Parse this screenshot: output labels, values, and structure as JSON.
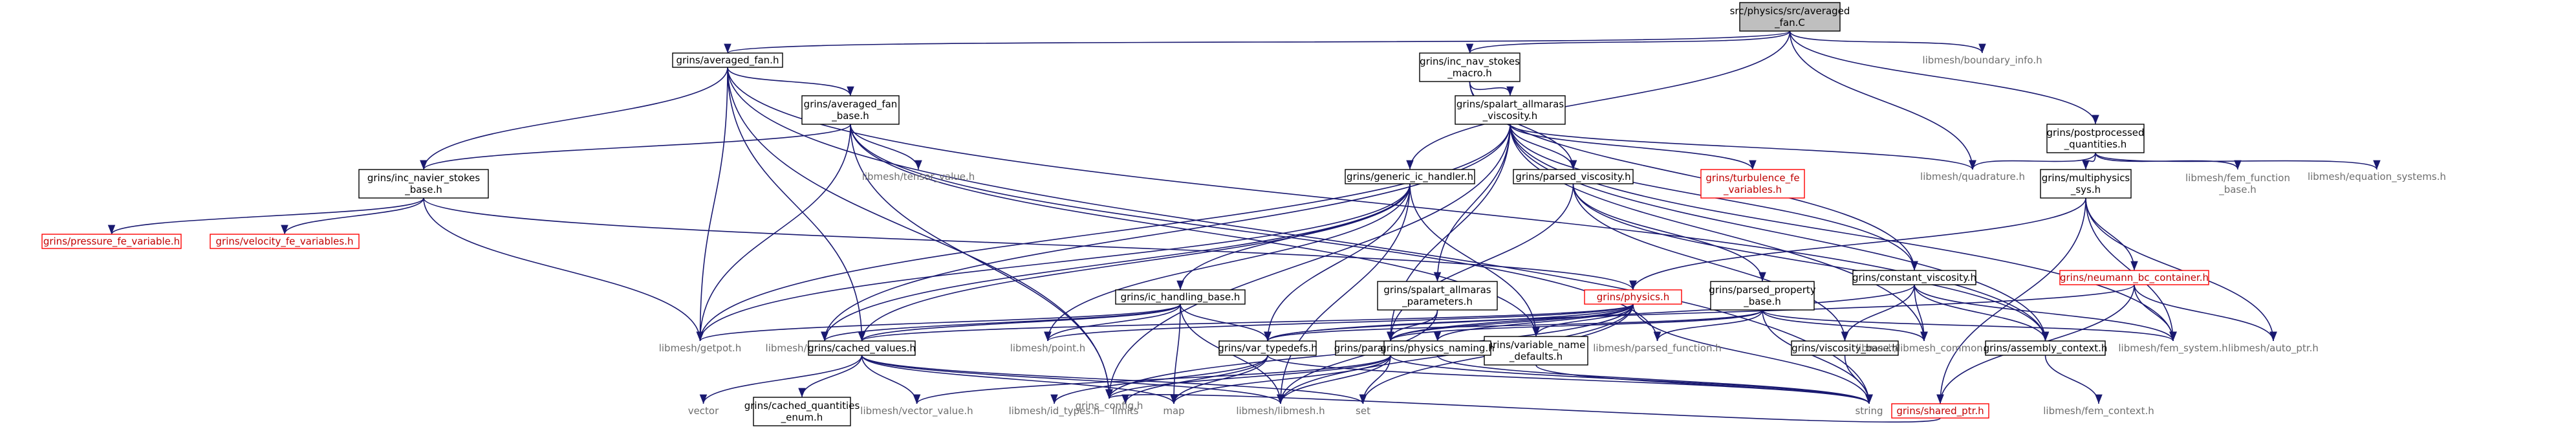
{
  "graph": {
    "style": {
      "edge_color": "#191970",
      "documented_border": "#000000",
      "documented_text": "#000000",
      "undocumented_border": "#bfbfbf",
      "undocumented_text": "#6e6e6e",
      "missing_border": "#ff0000",
      "missing_text": "#c00000",
      "root_fill": "#bfbfbf"
    },
    "nodes": [
      {
        "id": "root",
        "lines": [
          "src/physics/src/averaged",
          "_fan.C"
        ],
        "kind": "root"
      },
      {
        "id": "averaged_fan_h",
        "lines": [
          "grins/averaged_fan.h"
        ],
        "kind": "doc"
      },
      {
        "id": "inc_nav_stokes_macro",
        "lines": [
          "grins/inc_nav_stokes",
          "_macro.h"
        ],
        "kind": "doc"
      },
      {
        "id": "boundary_info",
        "lines": [
          "libmesh/boundary_info.h"
        ],
        "kind": "ext"
      },
      {
        "id": "postprocessed",
        "lines": [
          "grins/postprocessed",
          "_quantities.h"
        ],
        "kind": "doc"
      },
      {
        "id": "averaged_fan_base",
        "lines": [
          "grins/averaged_fan",
          "_base.h"
        ],
        "kind": "doc"
      },
      {
        "id": "spalart_visc",
        "lines": [
          "grins/spalart_allmaras",
          "_viscosity.h"
        ],
        "kind": "doc"
      },
      {
        "id": "inc_ns_base",
        "lines": [
          "grins/inc_navier_stokes",
          "_base.h"
        ],
        "kind": "doc"
      },
      {
        "id": "tensor_value",
        "lines": [
          "libmesh/tensor_value.h"
        ],
        "kind": "ext"
      },
      {
        "id": "generic_ic",
        "lines": [
          "grins/generic_ic_handler.h"
        ],
        "kind": "doc"
      },
      {
        "id": "parsed_viscosity",
        "lines": [
          "grins/parsed_viscosity.h"
        ],
        "kind": "doc"
      },
      {
        "id": "turbulence_fe",
        "lines": [
          "grins/turbulence_fe",
          "_variables.h"
        ],
        "kind": "missing"
      },
      {
        "id": "quadrature",
        "lines": [
          "libmesh/quadrature.h"
        ],
        "kind": "ext"
      },
      {
        "id": "fem_function_base",
        "lines": [
          "libmesh/fem_function",
          "_base.h"
        ],
        "kind": "ext"
      },
      {
        "id": "equation_systems",
        "lines": [
          "libmesh/equation_systems.h"
        ],
        "kind": "ext"
      },
      {
        "id": "multiphysics_sys",
        "lines": [
          "grins/multiphysics",
          "_sys.h"
        ],
        "kind": "doc"
      },
      {
        "id": "pressure_fe",
        "lines": [
          "grins/pressure_fe_variable.h"
        ],
        "kind": "missing"
      },
      {
        "id": "velocity_fe",
        "lines": [
          "grins/velocity_fe_variables.h"
        ],
        "kind": "missing"
      },
      {
        "id": "ic_handling_base",
        "lines": [
          "grins/ic_handling_base.h"
        ],
        "kind": "doc"
      },
      {
        "id": "spalart_params",
        "lines": [
          "grins/spalart_allmaras",
          "_parameters.h"
        ],
        "kind": "doc"
      },
      {
        "id": "physics_h",
        "lines": [
          "grins/physics.h"
        ],
        "kind": "missing"
      },
      {
        "id": "parsed_property",
        "lines": [
          "grins/parsed_property",
          "_base.h"
        ],
        "kind": "doc"
      },
      {
        "id": "constant_viscosity",
        "lines": [
          "grins/constant_viscosity.h"
        ],
        "kind": "doc"
      },
      {
        "id": "neumann_bc",
        "lines": [
          "grins/neumann_bc_container.h"
        ],
        "kind": "missing"
      },
      {
        "id": "getpot",
        "lines": [
          "libmesh/getpot.h"
        ],
        "kind": "ext"
      },
      {
        "id": "function_base",
        "lines": [
          "libmesh/function_base.h"
        ],
        "kind": "ext"
      },
      {
        "id": "cached_values",
        "lines": [
          "grins/cached_values.h"
        ],
        "kind": "doc"
      },
      {
        "id": "point",
        "lines": [
          "libmesh/point.h"
        ],
        "kind": "ext"
      },
      {
        "id": "var_typedefs",
        "lines": [
          "grins/var_typedefs.h"
        ],
        "kind": "doc"
      },
      {
        "id": "variable_name_defaults",
        "lines": [
          "grins/variable_name",
          "_defaults.h"
        ],
        "kind": "doc"
      },
      {
        "id": "parsed_function",
        "lines": [
          "libmesh/parsed_function.h"
        ],
        "kind": "ext"
      },
      {
        "id": "viscosity_base",
        "lines": [
          "grins/viscosity_base.h"
        ],
        "kind": "doc"
      },
      {
        "id": "libmesh_common",
        "lines": [
          "libmesh/libmesh_common.h"
        ],
        "kind": "ext"
      },
      {
        "id": "assembly_context",
        "lines": [
          "grins/assembly_context.h"
        ],
        "kind": "doc"
      },
      {
        "id": "fem_system",
        "lines": [
          "libmesh/fem_system.h"
        ],
        "kind": "ext"
      },
      {
        "id": "auto_ptr",
        "lines": [
          "libmesh/auto_ptr.h"
        ],
        "kind": "ext"
      },
      {
        "id": "parameter_user",
        "lines": [
          "grins/parameter_user.h"
        ],
        "kind": "doc"
      },
      {
        "id": "physics_naming",
        "lines": [
          "grins/physics_naming.h"
        ],
        "kind": "doc"
      },
      {
        "id": "vector",
        "lines": [
          "vector"
        ],
        "kind": "ext"
      },
      {
        "id": "cached_quantities_enum",
        "lines": [
          "grins/cached_quantities",
          "_enum.h"
        ],
        "kind": "doc"
      },
      {
        "id": "vector_value",
        "lines": [
          "libmesh/vector_value.h"
        ],
        "kind": "ext"
      },
      {
        "id": "id_types",
        "lines": [
          "libmesh/id_types.h"
        ],
        "kind": "ext"
      },
      {
        "id": "limits",
        "lines": [
          "limits"
        ],
        "kind": "ext"
      },
      {
        "id": "map",
        "lines": [
          "map"
        ],
        "kind": "ext"
      },
      {
        "id": "libmesh_h",
        "lines": [
          "libmesh/libmesh.h"
        ],
        "kind": "ext"
      },
      {
        "id": "set",
        "lines": [
          "set"
        ],
        "kind": "ext"
      },
      {
        "id": "string",
        "lines": [
          "string"
        ],
        "kind": "ext"
      },
      {
        "id": "shared_ptr",
        "lines": [
          "grins/shared_ptr.h"
        ],
        "kind": "missing"
      },
      {
        "id": "fem_context",
        "lines": [
          "libmesh/fem_context.h"
        ],
        "kind": "ext"
      },
      {
        "id": "grins_config",
        "lines": [
          "grins_config.h"
        ],
        "kind": "ext"
      }
    ],
    "edges": [
      [
        "root",
        "averaged_fan_h"
      ],
      [
        "root",
        "inc_nav_stokes_macro"
      ],
      [
        "root",
        "boundary_info"
      ],
      [
        "root",
        "postprocessed"
      ],
      [
        "root",
        "generic_ic"
      ],
      [
        "root",
        "quadrature"
      ],
      [
        "averaged_fan_h",
        "averaged_fan_base"
      ],
      [
        "averaged_fan_h",
        "inc_ns_base"
      ],
      [
        "averaged_fan_h",
        "getpot"
      ],
      [
        "averaged_fan_h",
        "cached_values"
      ],
      [
        "averaged_fan_h",
        "assembly_context"
      ],
      [
        "averaged_fan_h",
        "grins_config"
      ],
      [
        "averaged_fan_h",
        "string"
      ],
      [
        "averaged_fan_base",
        "inc_ns_base"
      ],
      [
        "averaged_fan_base",
        "tensor_value"
      ],
      [
        "averaged_fan_base",
        "getpot"
      ],
      [
        "averaged_fan_base",
        "parsed_function"
      ],
      [
        "averaged_fan_base",
        "variable_name_defaults"
      ],
      [
        "averaged_fan_base",
        "grins_config"
      ],
      [
        "inc_ns_base",
        "pressure_fe"
      ],
      [
        "inc_ns_base",
        "velocity_fe"
      ],
      [
        "inc_ns_base",
        "physics_h"
      ],
      [
        "inc_ns_base",
        "getpot"
      ],
      [
        "inc_nav_stokes_macro",
        "spalart_visc"
      ],
      [
        "inc_nav_stokes_macro",
        "parsed_viscosity"
      ],
      [
        "inc_nav_stokes_macro",
        "constant_viscosity"
      ],
      [
        "spalart_visc",
        "turbulence_fe"
      ],
      [
        "spalart_visc",
        "quadrature"
      ],
      [
        "spalart_visc",
        "spalart_params"
      ],
      [
        "spalart_visc",
        "parsed_viscosity"
      ],
      [
        "spalart_visc",
        "constant_viscosity"
      ],
      [
        "spalart_visc",
        "fem_system"
      ],
      [
        "spalart_visc",
        "libmesh_common"
      ],
      [
        "spalart_visc",
        "assembly_context"
      ],
      [
        "spalart_visc",
        "parameter_user"
      ],
      [
        "spalart_visc",
        "getpot"
      ],
      [
        "spalart_visc",
        "function_base"
      ],
      [
        "spalart_visc",
        "grins_config"
      ],
      [
        "parsed_viscosity",
        "parsed_property"
      ],
      [
        "parsed_viscosity",
        "viscosity_base"
      ],
      [
        "parsed_viscosity",
        "assembly_context"
      ],
      [
        "parsed_viscosity",
        "parameter_user"
      ],
      [
        "postprocessed",
        "multiphysics_sys"
      ],
      [
        "postprocessed",
        "quadrature"
      ],
      [
        "postprocessed",
        "fem_function_base"
      ],
      [
        "postprocessed",
        "equation_systems"
      ],
      [
        "multiphysics_sys",
        "physics_h"
      ],
      [
        "multiphysics_sys",
        "neumann_bc"
      ],
      [
        "multiphysics_sys",
        "fem_system"
      ],
      [
        "multiphysics_sys",
        "auto_ptr"
      ],
      [
        "multiphysics_sys",
        "shared_ptr"
      ],
      [
        "generic_ic",
        "ic_handling_base"
      ],
      [
        "generic_ic",
        "getpot"
      ],
      [
        "generic_ic",
        "function_base"
      ],
      [
        "generic_ic",
        "cached_values"
      ],
      [
        "generic_ic",
        "point"
      ],
      [
        "generic_ic",
        "var_typedefs"
      ],
      [
        "generic_ic",
        "variable_name_defaults"
      ],
      [
        "generic_ic",
        "libmesh_h"
      ],
      [
        "ic_handling_base",
        "getpot"
      ],
      [
        "ic_handling_base",
        "function_base"
      ],
      [
        "ic_handling_base",
        "cached_values"
      ],
      [
        "ic_handling_base",
        "point"
      ],
      [
        "ic_handling_base",
        "var_typedefs"
      ],
      [
        "ic_handling_base",
        "map"
      ],
      [
        "ic_handling_base",
        "libmesh_h"
      ],
      [
        "spalart_params",
        "parameter_user"
      ],
      [
        "spalart_params",
        "libmesh_h"
      ],
      [
        "physics_h",
        "cached_values"
      ],
      [
        "physics_h",
        "point"
      ],
      [
        "physics_h",
        "var_typedefs"
      ],
      [
        "physics_h",
        "variable_name_defaults"
      ],
      [
        "physics_h",
        "parameter_user"
      ],
      [
        "physics_h",
        "physics_naming"
      ],
      [
        "physics_h",
        "libmesh_h"
      ],
      [
        "physics_h",
        "string"
      ],
      [
        "physics_h",
        "set"
      ],
      [
        "physics_h",
        "grins_config"
      ],
      [
        "parsed_property",
        "parameter_user"
      ],
      [
        "parsed_property",
        "parsed_function"
      ],
      [
        "parsed_property",
        "libmesh_common"
      ],
      [
        "parsed_property",
        "fem_system"
      ],
      [
        "parsed_property",
        "var_typedefs"
      ],
      [
        "parsed_property",
        "string"
      ],
      [
        "constant_viscosity",
        "viscosity_base"
      ],
      [
        "constant_viscosity",
        "assembly_context"
      ],
      [
        "constant_viscosity",
        "parameter_user"
      ],
      [
        "constant_viscosity",
        "libmesh_common"
      ],
      [
        "constant_viscosity",
        "fem_system"
      ],
      [
        "neumann_bc",
        "var_typedefs"
      ],
      [
        "neumann_bc",
        "fem_system"
      ],
      [
        "neumann_bc",
        "auto_ptr"
      ],
      [
        "neumann_bc",
        "shared_ptr"
      ],
      [
        "cached_values",
        "vector"
      ],
      [
        "cached_values",
        "cached_quantities_enum"
      ],
      [
        "cached_values",
        "vector_value"
      ],
      [
        "cached_values",
        "map"
      ],
      [
        "cached_values",
        "libmesh_h"
      ],
      [
        "cached_values",
        "set"
      ],
      [
        "var_typedefs",
        "id_types"
      ],
      [
        "var_typedefs",
        "limits"
      ],
      [
        "var_typedefs",
        "string"
      ],
      [
        "var_typedefs",
        "map"
      ],
      [
        "variable_name_defaults",
        "string"
      ],
      [
        "parameter_user",
        "vector_value"
      ],
      [
        "parameter_user",
        "map"
      ],
      [
        "parameter_user",
        "libmesh_h"
      ],
      [
        "parameter_user",
        "set"
      ],
      [
        "parameter_user",
        "string"
      ],
      [
        "parameter_user",
        "grins_config"
      ],
      [
        "physics_naming",
        "string"
      ],
      [
        "viscosity_base",
        "string"
      ],
      [
        "assembly_context",
        "fem_context"
      ],
      [
        "shared_ptr",
        "grins_config"
      ]
    ]
  }
}
